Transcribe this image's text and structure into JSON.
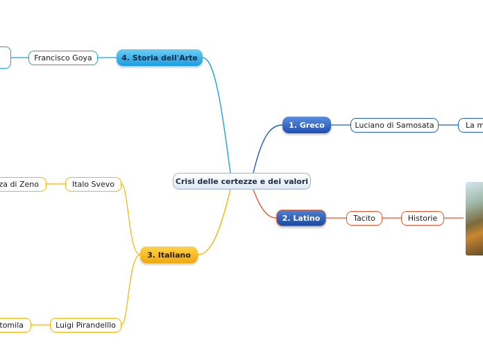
{
  "central": {
    "label": "Crisi delle certezze e dei valori"
  },
  "branches": {
    "greco": {
      "label": "1. Greco",
      "children": [
        "Luciano di Samosata",
        "La m"
      ]
    },
    "latino": {
      "label": "2. Latino",
      "children": [
        "Tacito",
        "Historie"
      ]
    },
    "italiano": {
      "label": "3. Italiano",
      "svevo": {
        "author": "Italo Svevo",
        "work": "nza di Zeno"
      },
      "pirandello": {
        "author": "Luigi Pirandelllo",
        "work": "ntomila"
      }
    },
    "arte": {
      "label": "4. Storia dell'Arte",
      "children": [
        "Francisco Goya",
        ""
      ]
    }
  },
  "colors": {
    "greco": "#1f5fbf",
    "latino": "#e4572e",
    "italiano": "#f4b400",
    "arte": "#1aa1dc"
  },
  "icons": {
    "image": "painting-thumbnail"
  }
}
